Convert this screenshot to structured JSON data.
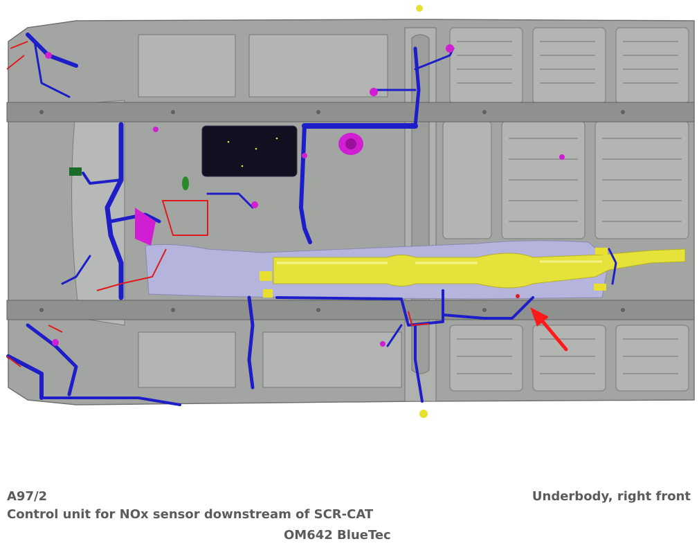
{
  "caption": {
    "component_code": "A97/2",
    "description": "Control unit for NOx sensor downstream of SCR-CAT",
    "location": "Underbody, right front",
    "engine": "OM642 BlueTec"
  },
  "colors": {
    "body": "#a3a5a3",
    "panel": "#bdbfbd",
    "frame_rail": "#8f918f",
    "harness": "#1e1ec8",
    "exhaust": "#e6e23c",
    "catalyst_shield": "#b4b4dc",
    "connector": "#d21ed2",
    "wire_red": "#e01a1a",
    "arrow": "#ff1a1a",
    "battery": "#101020"
  },
  "icons": [
    "underbody-diagram",
    "location-arrow-icon"
  ]
}
